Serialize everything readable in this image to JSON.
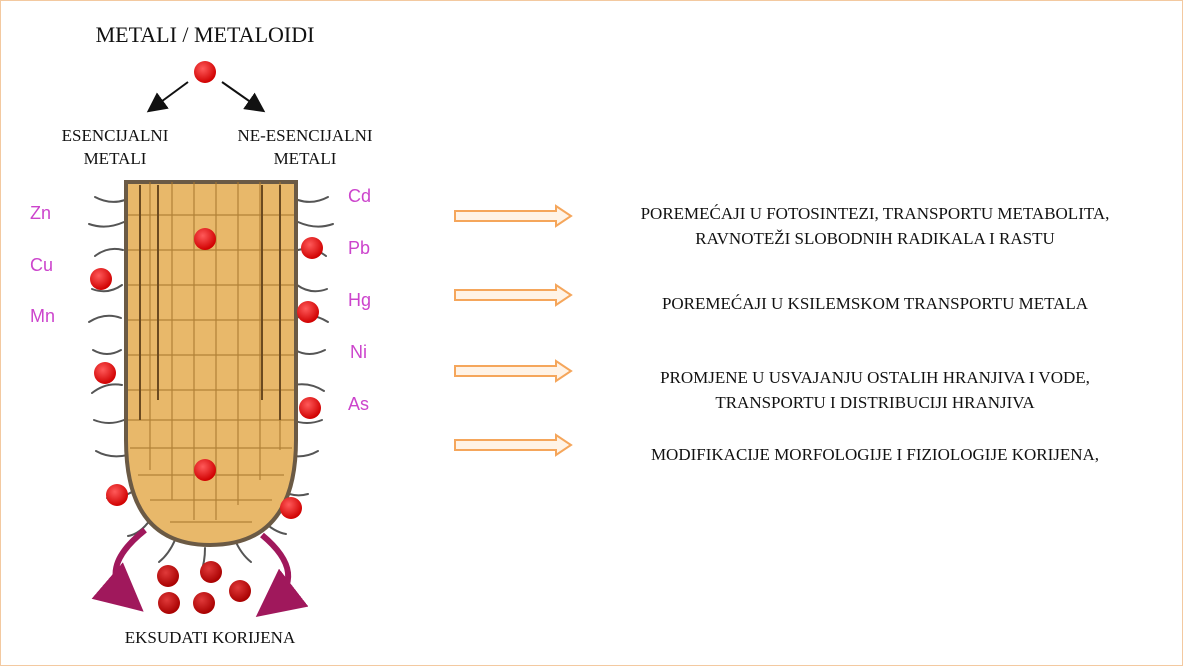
{
  "title": "METALI / METALOIDI",
  "categories": {
    "essential_line1": "ESENCIJALNI",
    "essential_line2": "METALI",
    "nonessential_line1": "NE-ESENCIJALNI",
    "nonessential_line2": "METALI"
  },
  "essential_metals": [
    "Zn",
    "Cu",
    "Mn"
  ],
  "nonessential_metals": [
    "Cd",
    "Pb",
    "Hg",
    "Ni",
    "As"
  ],
  "exudates_label": "EKSUDATI KORIJENA",
  "effects": [
    {
      "line1": "POREMEĆAJI U FOTOSINTEZI, TRANSPORTU METABOLITA,",
      "line2": "RAVNOTEŽI SLOBODNIH RADIKALA  I RASTU"
    },
    {
      "line1": "POREMEĆAJI U KSILEMSKOM TRANSPORTU METALA",
      "line2": ""
    },
    {
      "line1": "PROMJENE U USVAJANJU  OSTALIH HRANJIVA I VODE,",
      "line2": "TRANSPORTU I DISTRIBUCIJI HRANJIVA"
    },
    {
      "line1": "MODIFIKACIJE  MORFOLOGIJE I FIZIOLOGIJE KORIJENA,",
      "line2": ""
    }
  ],
  "colors": {
    "metal_dot": "#e00000",
    "exudate_dot": "#c00000",
    "element_label": "#cc44cc",
    "arrow": "#f5a65b",
    "cycle_arrow": "#a0185c",
    "root_fill": "#e8b86a",
    "root_cell": "#a8782f"
  }
}
